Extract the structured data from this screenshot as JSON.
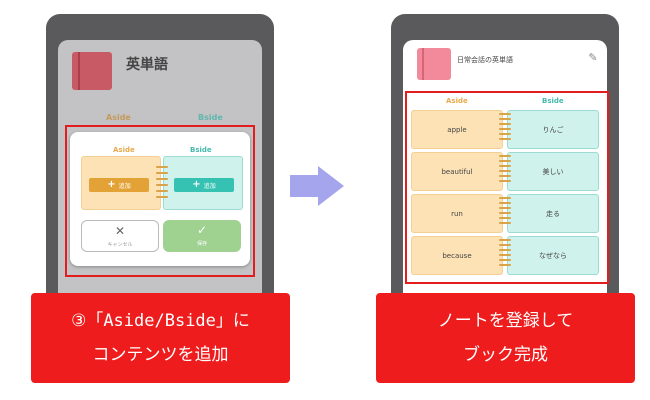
{
  "left": {
    "app_title": "英単語",
    "aside_label": "Aside",
    "bside_label": "Bside",
    "dialog": {
      "aside_label": "Aside",
      "bside_label": "Bside",
      "add_a_label": "追加",
      "add_b_label": "追加",
      "cancel_label": "キャンセル",
      "save_label": "保存"
    }
  },
  "right": {
    "book_title": "日常会話の英単語",
    "aside_label": "Aside",
    "bside_label": "Bside",
    "cards": [
      {
        "a": "apple",
        "b": "りんご"
      },
      {
        "a": "beautiful",
        "b": "美しい"
      },
      {
        "a": "run",
        "b": "走る"
      },
      {
        "a": "because",
        "b": "なぜなら"
      }
    ]
  },
  "captions": {
    "left_line1": "③「Aside/Bside」に",
    "left_line2": "コンテンツを追加",
    "right_line1": "ノートを登録して",
    "right_line2": "ブック完成"
  },
  "colors": {
    "highlight": "#e21d1d",
    "caption_bg": "#ee1c1c",
    "aside_bg": "#fde2b5",
    "bside_bg": "#cff2ec",
    "arrow": "#a5a5ee"
  }
}
